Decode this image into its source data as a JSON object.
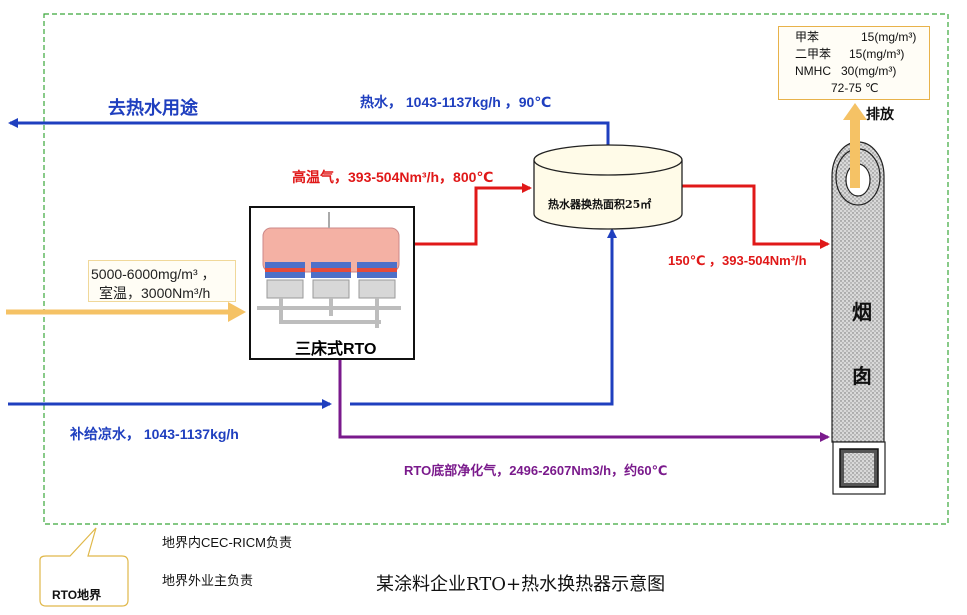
{
  "title": "某涂料企业RTO+热水换热器示意图",
  "flows": {
    "hot_water_use": "去热水用途",
    "hot_water": "热水， 1043-1137kg/h ，90℃",
    "high_temp_gas": "高温气，393-504Nm³/h，800℃",
    "after_exchanger": "150℃ ，393-504Nm³/h",
    "inlet_line1": "5000-6000mg/m³ ，",
    "inlet_line2": "室温，3000Nm³/h",
    "cold_water": "补给凉水， 1043-1137kg/h",
    "bottom_purge": "RTO底部净化气，2496-2607Nm3/h，约60℃",
    "discharge": "排放"
  },
  "equipment": {
    "heat_exchanger": "热水器换热面积25㎡",
    "rto": "三床式RTO",
    "chimney_char1": "烟",
    "chimney_char2": "囱"
  },
  "emissions": [
    {
      "name": "甲苯",
      "value": "15(mg/m³)"
    },
    {
      "name": "二甲苯",
      "value": "15(mg/m³)"
    },
    {
      "name": "NMHC",
      "value": "30(mg/m³)"
    },
    {
      "name": "",
      "value": "72-75 ℃"
    }
  ],
  "legend": {
    "boundary_callout": "RTO地界",
    "inside": "地界内CEC-RICM负责",
    "outside": "地界外业主负责"
  },
  "colors": {
    "blue": "#1f3fbf",
    "red": "#e01818",
    "purple": "#7a1a8c",
    "orange": "#f5c265",
    "boundary": "#3aa63a"
  }
}
